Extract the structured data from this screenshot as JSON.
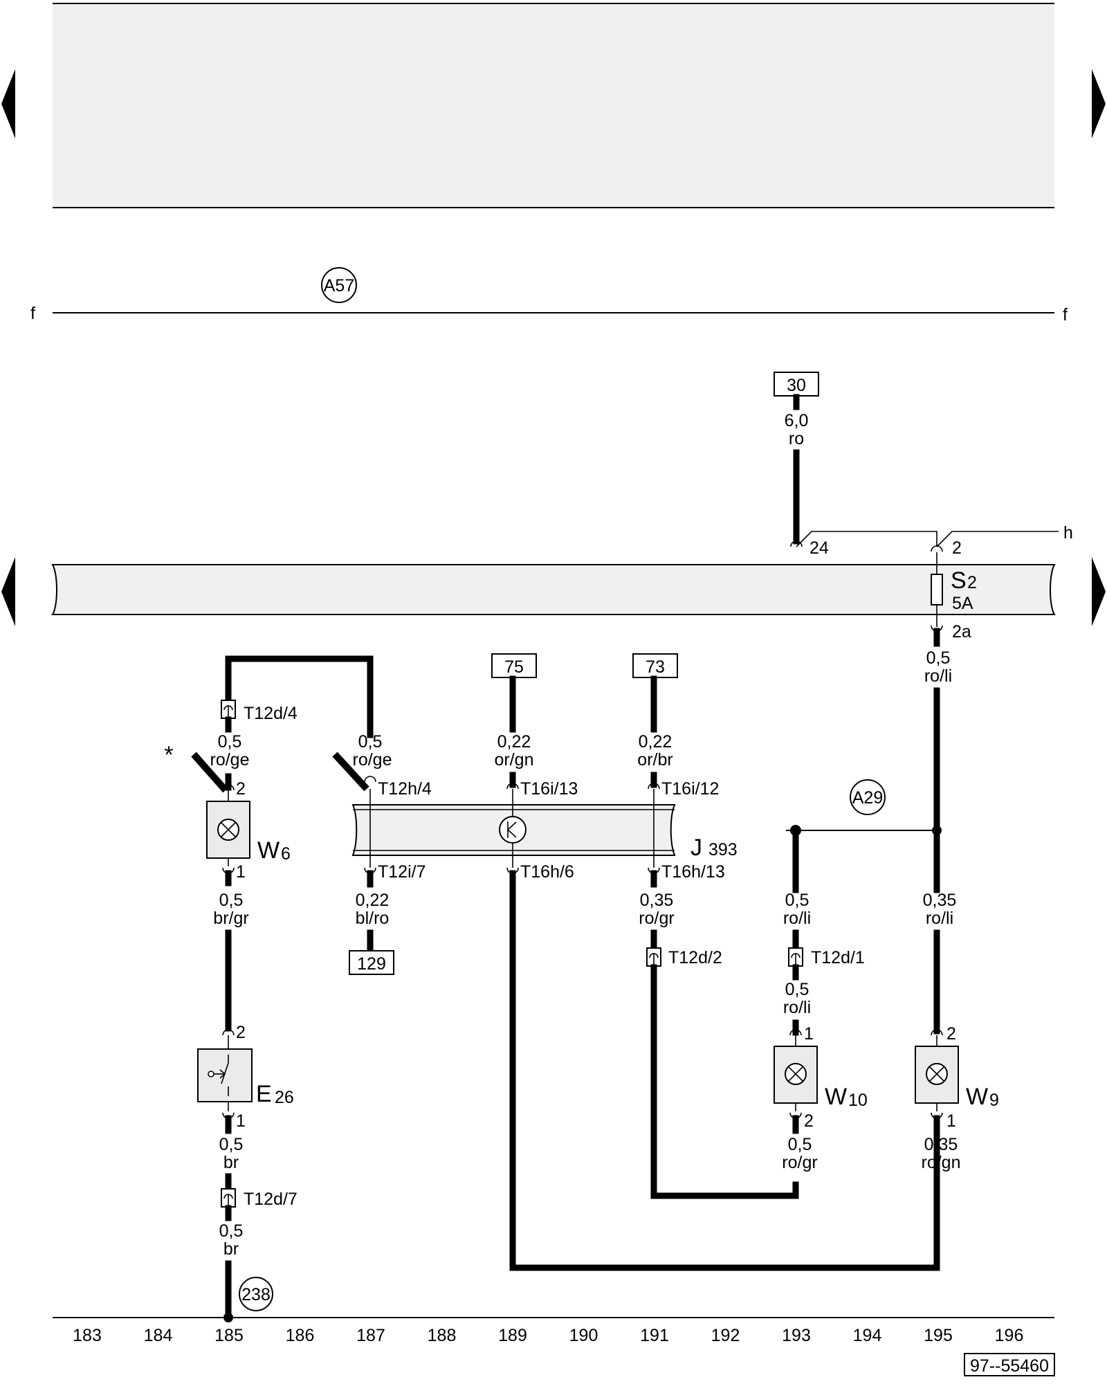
{
  "labels": {
    "a57": "A57",
    "a29": "A29",
    "f": "f",
    "h": "h",
    "ref": "97--55460"
  },
  "terminals": {
    "t30": "30",
    "t75": "75",
    "t73": "73",
    "t129": "129",
    "g238": "238"
  },
  "fuse": {
    "name": "S",
    "num": "2",
    "rating": "5A",
    "pin_top_a": "24",
    "pin_top_b": "2",
    "pin_bottom": "2a"
  },
  "components": {
    "w6": {
      "name": "W",
      "num": "6"
    },
    "j393": {
      "name": "J",
      "num": "393"
    },
    "e26": {
      "name": "E",
      "num": "26"
    },
    "w10": {
      "name": "W",
      "num": "10"
    },
    "w9": {
      "name": "W",
      "num": "9"
    }
  },
  "pins": {
    "w6_top": "2",
    "w6_bot": "1",
    "e26_top": "2",
    "e26_bot": "1",
    "w10_top": "1",
    "w10_bot": "2",
    "w9_top": "2",
    "w9_bot": "1"
  },
  "connectors": {
    "t12d4": "T12d/4",
    "t12h4": "T12h/4",
    "t16i13": "T16i/13",
    "t16i12": "T16i/12",
    "t12i7": "T12i/7",
    "t16h6": "T16h/6",
    "t16h13": "T16h/13",
    "t12d2": "T12d/2",
    "t12d1": "T12d/1",
    "t12d7": "T12d/7"
  },
  "wires": {
    "w30": {
      "size": "6,0",
      "color": "ro"
    },
    "s2out": {
      "size": "0,5",
      "color": "ro/li"
    },
    "w6in": {
      "size": "0,5",
      "color": "ro/ge"
    },
    "j_t12h4": {
      "size": "0,5",
      "color": "ro/ge"
    },
    "j_75": {
      "size": "0,22",
      "color": "or/gn"
    },
    "j_73": {
      "size": "0,22",
      "color": "or/br"
    },
    "w6out": {
      "size": "0,5",
      "color": "br/gr"
    },
    "j_129": {
      "size": "0,22",
      "color": "bl/ro"
    },
    "j_t16h13": {
      "size": "0,35",
      "color": "ro/gr"
    },
    "w10in_a": {
      "size": "0,5",
      "color": "ro/li"
    },
    "w10in_b": {
      "size": "0,5",
      "color": "ro/li"
    },
    "w9in": {
      "size": "0,35",
      "color": "ro/li"
    },
    "e26out": {
      "size": "0,5",
      "color": "br"
    },
    "gnd": {
      "size": "0,5",
      "color": "br"
    },
    "w10out": {
      "size": "0,5",
      "color": "ro/gr"
    },
    "w9out": {
      "size": "0,35",
      "color": "ro/gn"
    }
  },
  "star": "*",
  "columns": [
    "183",
    "184",
    "185",
    "186",
    "187",
    "188",
    "189",
    "190",
    "191",
    "192",
    "193",
    "194",
    "195",
    "196"
  ]
}
